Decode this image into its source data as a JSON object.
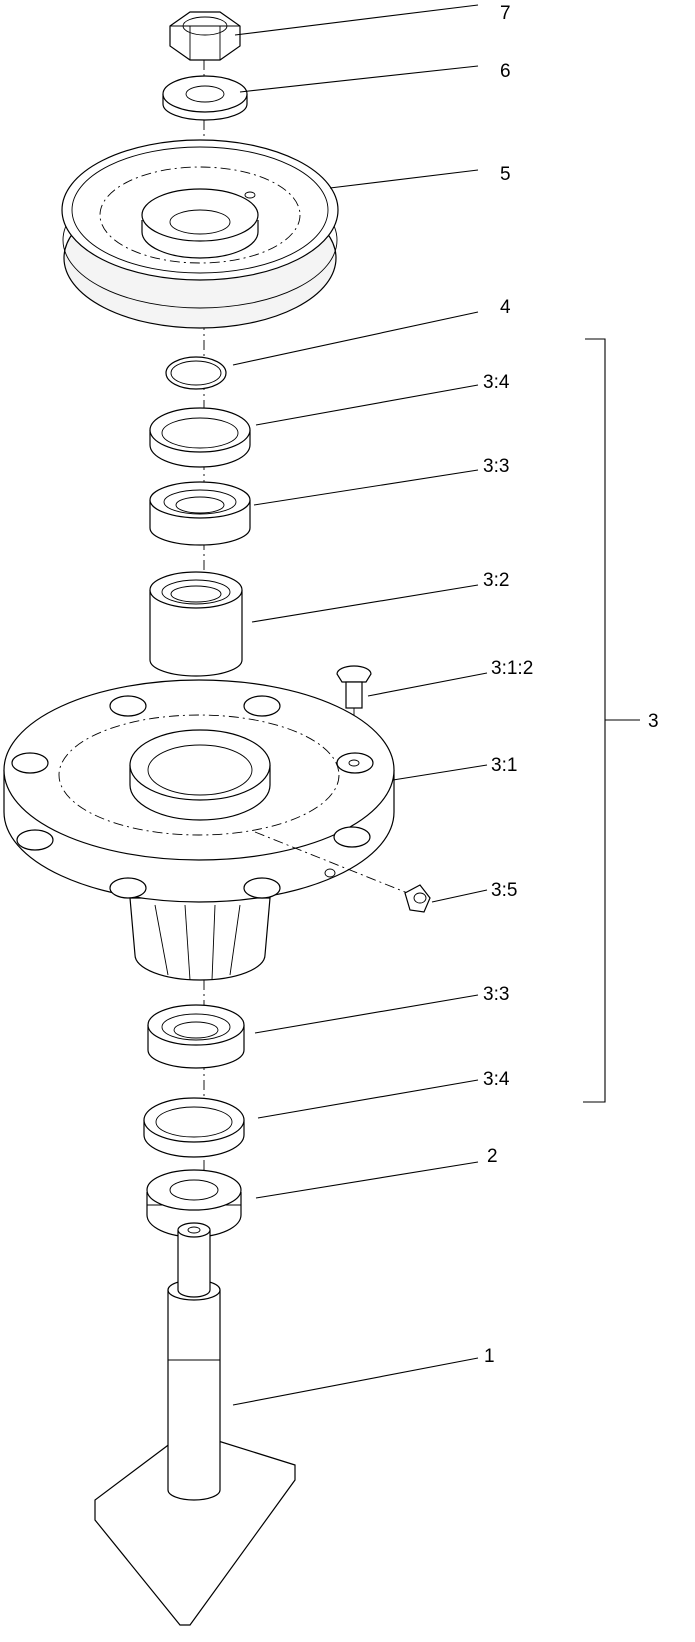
{
  "callouts": {
    "n7": "7",
    "n6": "6",
    "n5": "5",
    "n4": "4",
    "n3_4a": "3:4",
    "n3_3a": "3:3",
    "n3_2": "3:2",
    "n3_1_2": "3:1:2",
    "n3_1": "3:1",
    "n3_5": "3:5",
    "n3_3b": "3:3",
    "n3_4b": "3:4",
    "n2": "2",
    "n1": "1",
    "n3": "3"
  }
}
